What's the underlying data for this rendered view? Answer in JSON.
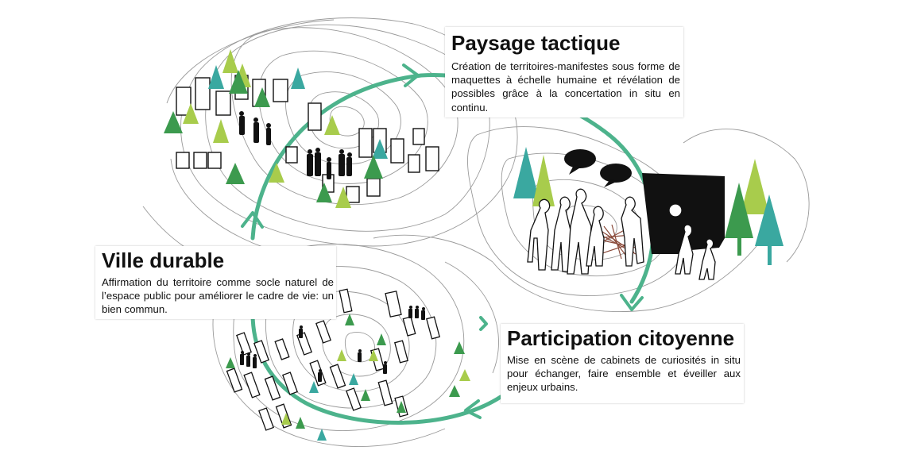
{
  "colors": {
    "cycle_arrow": "#4db38c",
    "tree_teal": "#3aa8a0",
    "tree_green": "#3c9a4e",
    "tree_lime": "#a8cc4c",
    "contour": "#9a9a9a",
    "silhouette": "#111111"
  },
  "icons": [
    "tree-icon",
    "person-silhouette-icon",
    "speech-bubble-icon",
    "building-outline-icon",
    "cycle-arrow-icon"
  ],
  "sections": {
    "paysage": {
      "title": "Paysage tactique",
      "text": "Création de territoires-manifestes sous forme de maquettes à échelle humaine et révélation de possibles grâce à la concertation in situ en continu."
    },
    "ville": {
      "title": "Ville durable",
      "text": "Affirmation du territoire comme socle naturel de l’espace public pour améliorer le cadre de vie: un bien commun."
    },
    "participation": {
      "title": "Participation citoyenne",
      "text": "Mise en scène de cabinets de curiosités in situ pour échanger, faire ensemble et éveiller aux enjeux urbains."
    }
  }
}
